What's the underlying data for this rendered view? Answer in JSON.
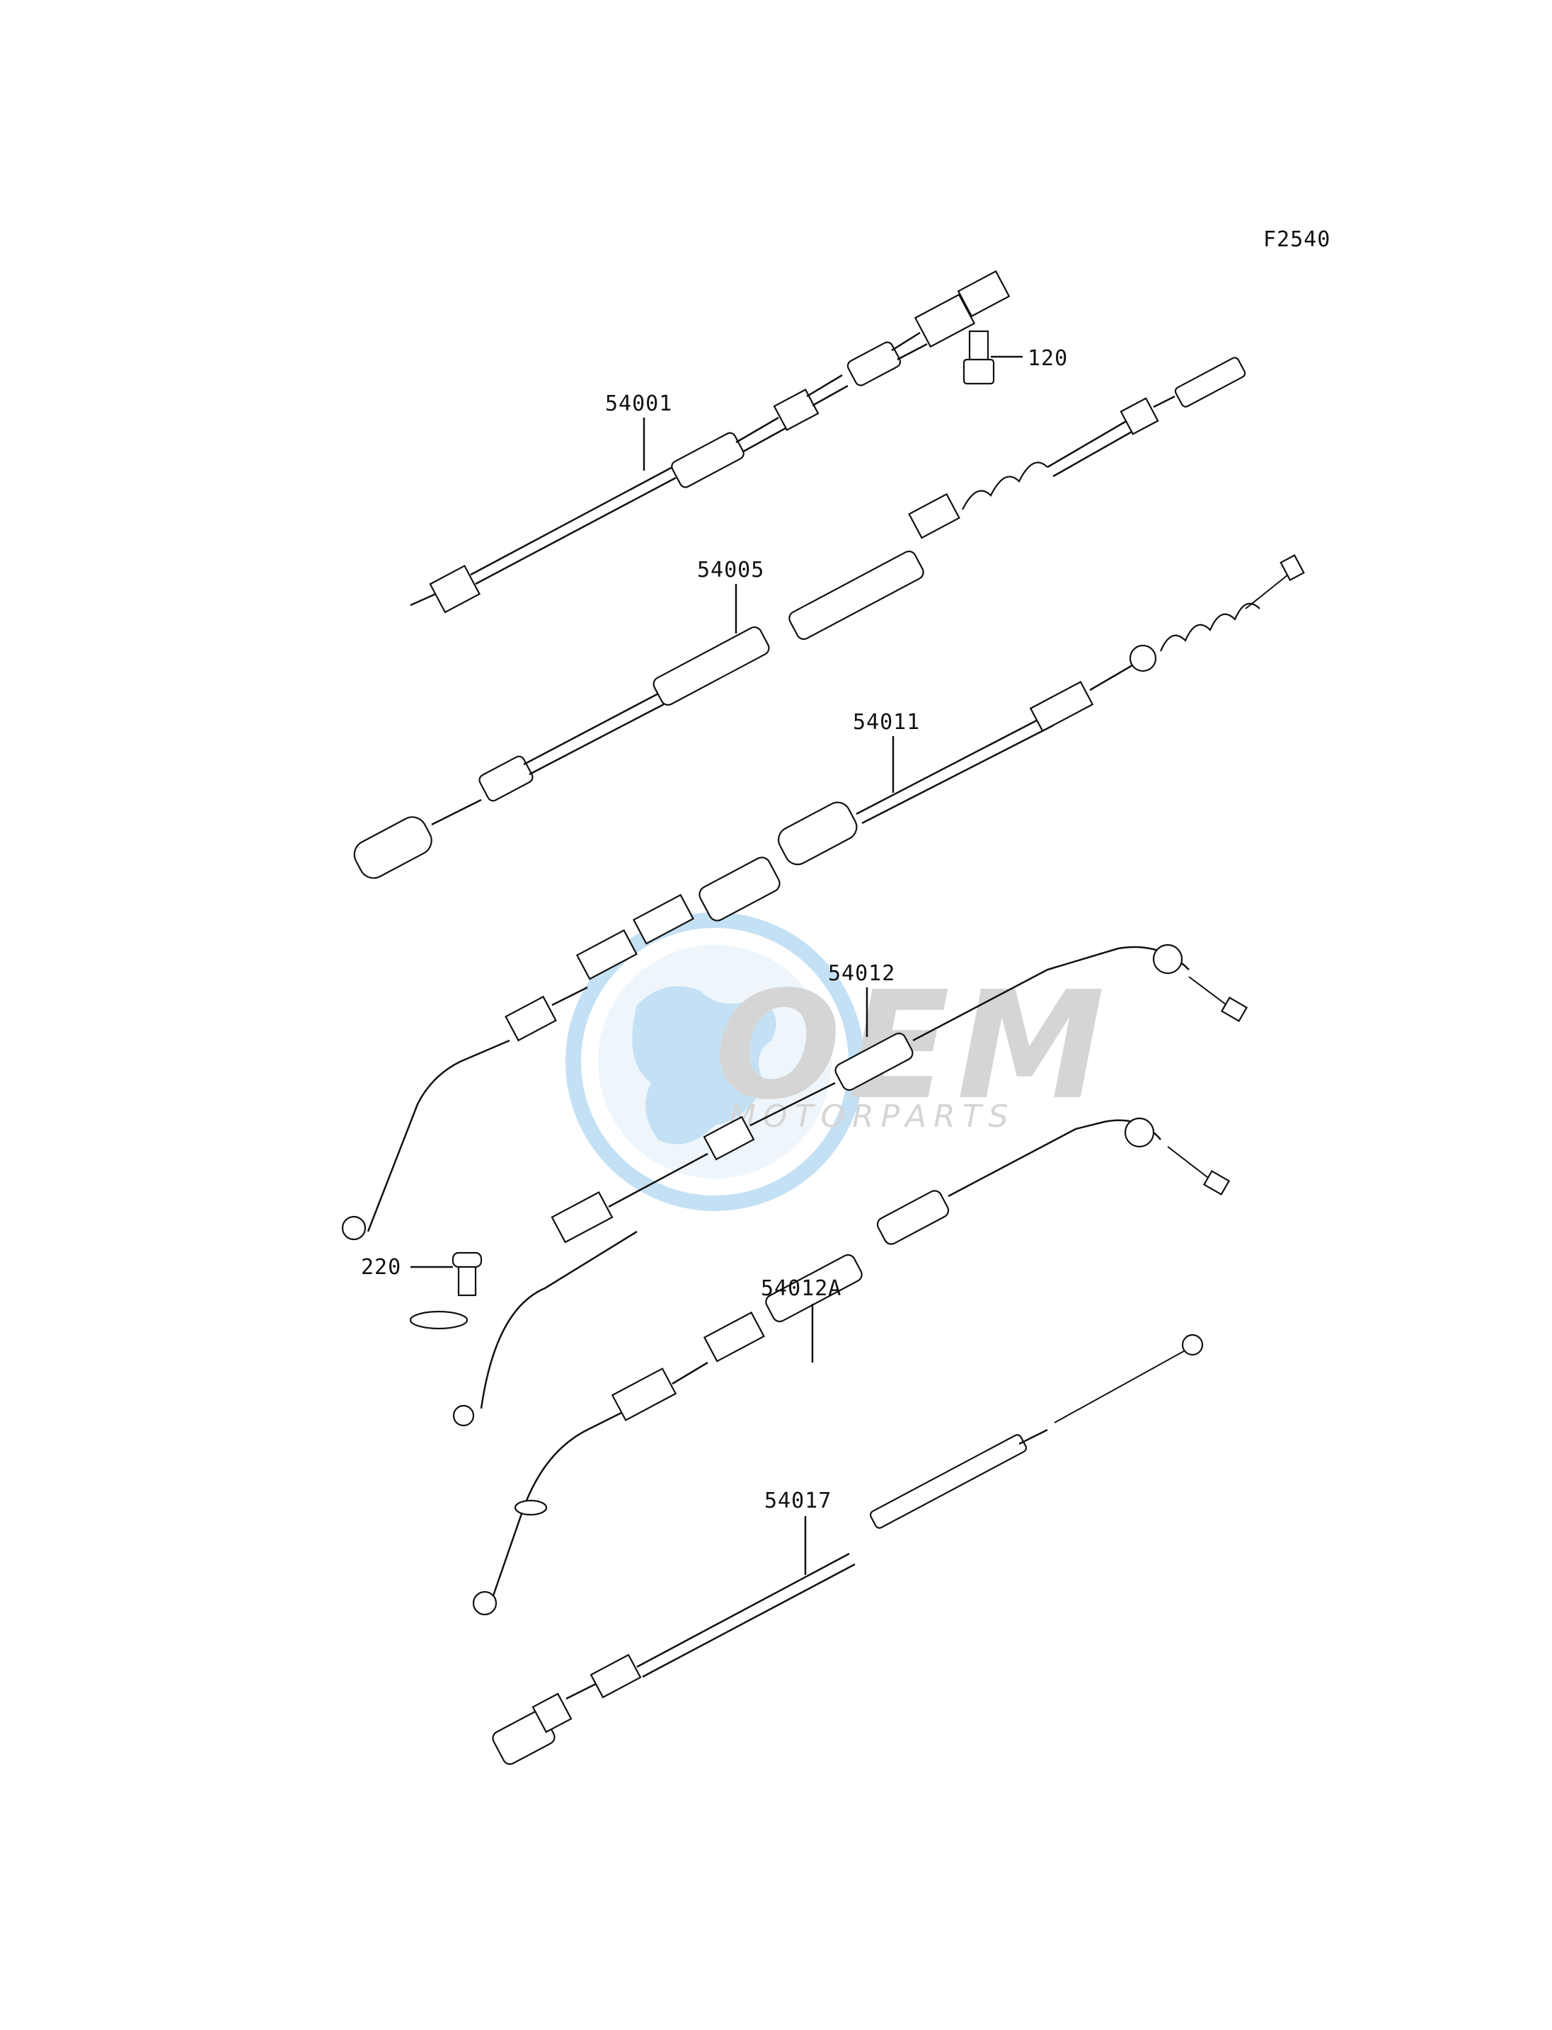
{
  "figure_code": "F2540",
  "parts": [
    {
      "id": "54001"
    },
    {
      "id": "120"
    },
    {
      "id": "54005"
    },
    {
      "id": "54011"
    },
    {
      "id": "54012"
    },
    {
      "id": "220"
    },
    {
      "id": "54012A"
    },
    {
      "id": "54017"
    }
  ],
  "watermark": {
    "brand": "OEM",
    "tagline": "MOTORPARTS",
    "colors": {
      "globe": "#5aa8e0",
      "text": "#8a8a8a"
    }
  }
}
